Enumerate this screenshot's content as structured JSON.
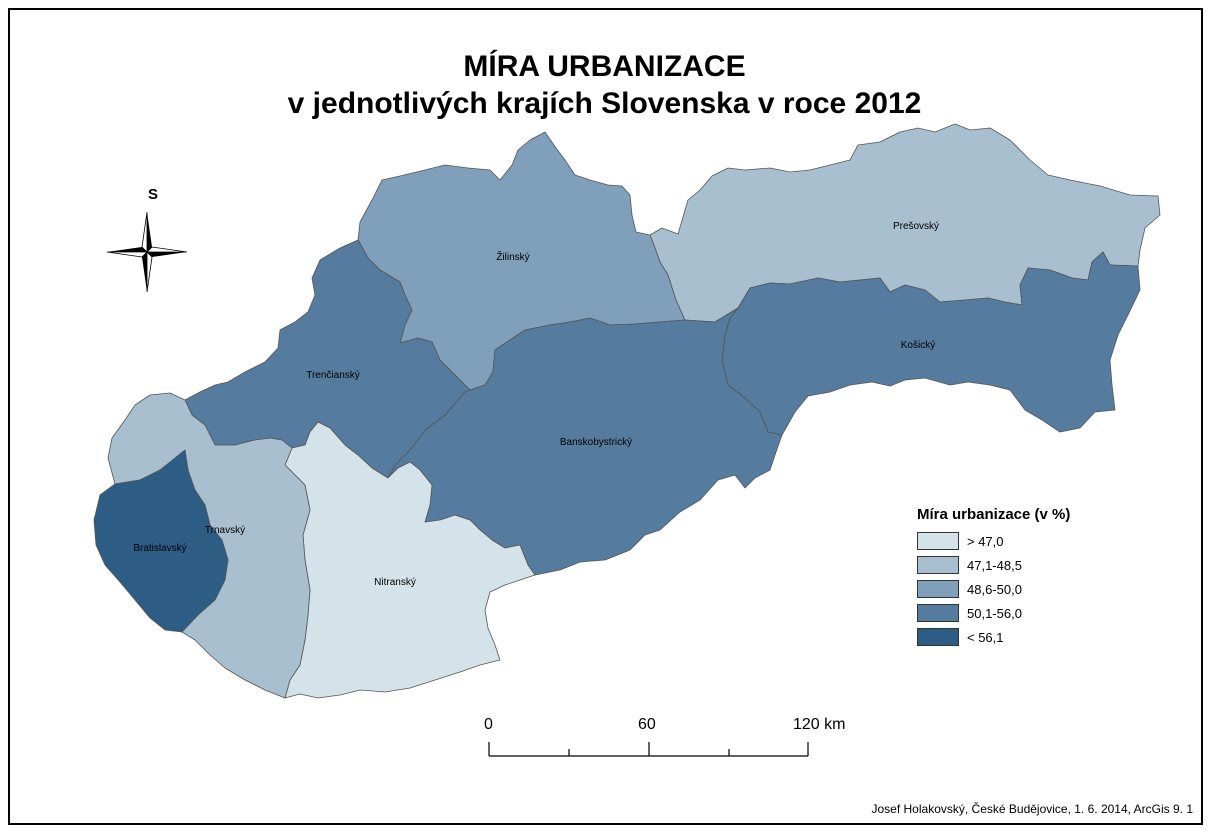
{
  "title": {
    "line1": "MÍRA URBANIZACE",
    "line2": "v jednotlivých krajích Slovenska v roce 2012"
  },
  "north": {
    "label": "S",
    "icon": "compass-rose-icon"
  },
  "regions": [
    {
      "id": "presovsky",
      "name": "Prešovský",
      "class": 2
    },
    {
      "id": "kosicky",
      "name": "Košický",
      "class": 4
    },
    {
      "id": "zilinsky",
      "name": "Žilinský",
      "class": 3
    },
    {
      "id": "banskobystricky",
      "name": "Banskobystrický",
      "class": 4
    },
    {
      "id": "trenciansky",
      "name": "Trenčianský",
      "class": 4
    },
    {
      "id": "nitransky",
      "name": "Nitranský",
      "class": 1
    },
    {
      "id": "trnavsky",
      "name": "Trnavský",
      "class": 2
    },
    {
      "id": "bratislavsky",
      "name": "Bratislavský",
      "class": 5
    }
  ],
  "legend": {
    "title": "Míra urbanizace (v %)",
    "items": [
      {
        "label": "> 47,0",
        "color": "#d4e3ea"
      },
      {
        "label": "47,1-48,5",
        "color": "#a8bfd0"
      },
      {
        "label": "48,6-50,0",
        "color": "#7f9fba"
      },
      {
        "label": "50,1-56,0",
        "color": "#557c9e"
      },
      {
        "label": "< 56,1",
        "color": "#2d5c85"
      }
    ]
  },
  "scale": {
    "ticks": [
      "0",
      "60",
      "120 km"
    ]
  },
  "credit": "Josef Holakovský, České Budějovice, 1. 6. 2014, ArcGis 9. 1"
}
